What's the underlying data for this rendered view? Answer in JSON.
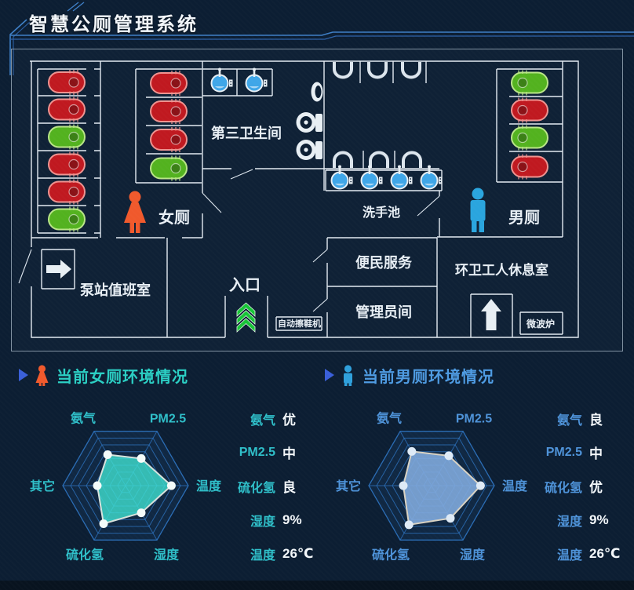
{
  "header": {
    "title": "智慧公厕管理系统"
  },
  "floorplan": {
    "labels": {
      "women": "女厕",
      "men": "男厕",
      "third_restroom": "第三卫生间",
      "wash_basin": "洗手池",
      "pump_station": "泵站值班室",
      "entrance": "入口",
      "convenience": "便民服务",
      "manager": "管理员间",
      "sanitation_rest": "环卫工人休息室",
      "shoe_polisher": "自动擦鞋机",
      "microwave": "微波炉"
    },
    "stalls": {
      "women_left": [
        "occupied",
        "occupied",
        "vacant",
        "occupied",
        "occupied",
        "vacant"
      ],
      "women_right": [
        "occupied",
        "occupied",
        "occupied",
        "vacant"
      ],
      "men_right": [
        "vacant",
        "occupied",
        "vacant",
        "occupied"
      ]
    },
    "stall_colors": {
      "occupied": {
        "fill": "#C01920",
        "border": "#EE9390"
      },
      "vacant": {
        "fill": "#53B21F",
        "border": "#B9E588"
      }
    },
    "icon_colors": {
      "woman": "#F0592C",
      "man": "#2AA5DE",
      "entrance_arrow": "#17C437",
      "water": "#3FA6E8",
      "fixture": "#E8EFF4"
    }
  },
  "sections": [
    {
      "title": "当前女厕环境情况",
      "title_color": "#2BCFC4",
      "label_color": "#2FBFC9",
      "person_color": "#F0592C",
      "person_type": "female",
      "readouts": [
        {
          "label": "氨气",
          "value": "优"
        },
        {
          "label": "PM2.5",
          "value": "中"
        },
        {
          "label": "硫化氢",
          "value": "良"
        },
        {
          "label": "湿度",
          "value": "9%"
        },
        {
          "label": "温度",
          "value": "26℃"
        }
      ]
    },
    {
      "title": "当前男厕环境情况",
      "title_color": "#4E9BE2",
      "label_color": "#4E93D9",
      "person_color": "#2FA0DC",
      "person_type": "male",
      "readouts": [
        {
          "label": "氨气",
          "value": "良"
        },
        {
          "label": "PM2.5",
          "value": "中"
        },
        {
          "label": "硫化氢",
          "value": "优"
        },
        {
          "label": "湿度",
          "value": "9%"
        },
        {
          "label": "温度",
          "value": "26℃"
        }
      ]
    }
  ],
  "chart_data": [
    {
      "type": "radar",
      "title": "当前女厕环境情况",
      "indicators": [
        "温度",
        "PM2.5",
        "氨气",
        "其它",
        "硫化氢",
        "湿度"
      ],
      "values": [
        73,
        50,
        57,
        45,
        70,
        50
      ],
      "max": 100,
      "rings": 8,
      "legend_position": "none",
      "style": {
        "fill": "#3FE0D0",
        "fill_opacity": 0.8,
        "stroke": "#D7E2DC",
        "dot": "#F4FBF9",
        "label_color": "#2FBFC9",
        "grid": "#2A6CB4",
        "grid_fill": "rgba(47,108,178,0.13)"
      }
    },
    {
      "type": "radar",
      "title": "当前男厕环境情况",
      "indicators": [
        "温度",
        "PM2.5",
        "氨气",
        "其它",
        "硫化氢",
        "湿度"
      ],
      "values": [
        78,
        55,
        63,
        45,
        72,
        60
      ],
      "max": 100,
      "rings": 8,
      "legend_position": "none",
      "style": {
        "fill": "#7FA8DC",
        "fill_opacity": 0.9,
        "stroke": "#D9D2C2",
        "dot": "#DEEAF6",
        "label_color": "#4E93D9",
        "grid": "#2A6CB4",
        "grid_fill": "rgba(47,108,178,0.13)"
      }
    }
  ]
}
